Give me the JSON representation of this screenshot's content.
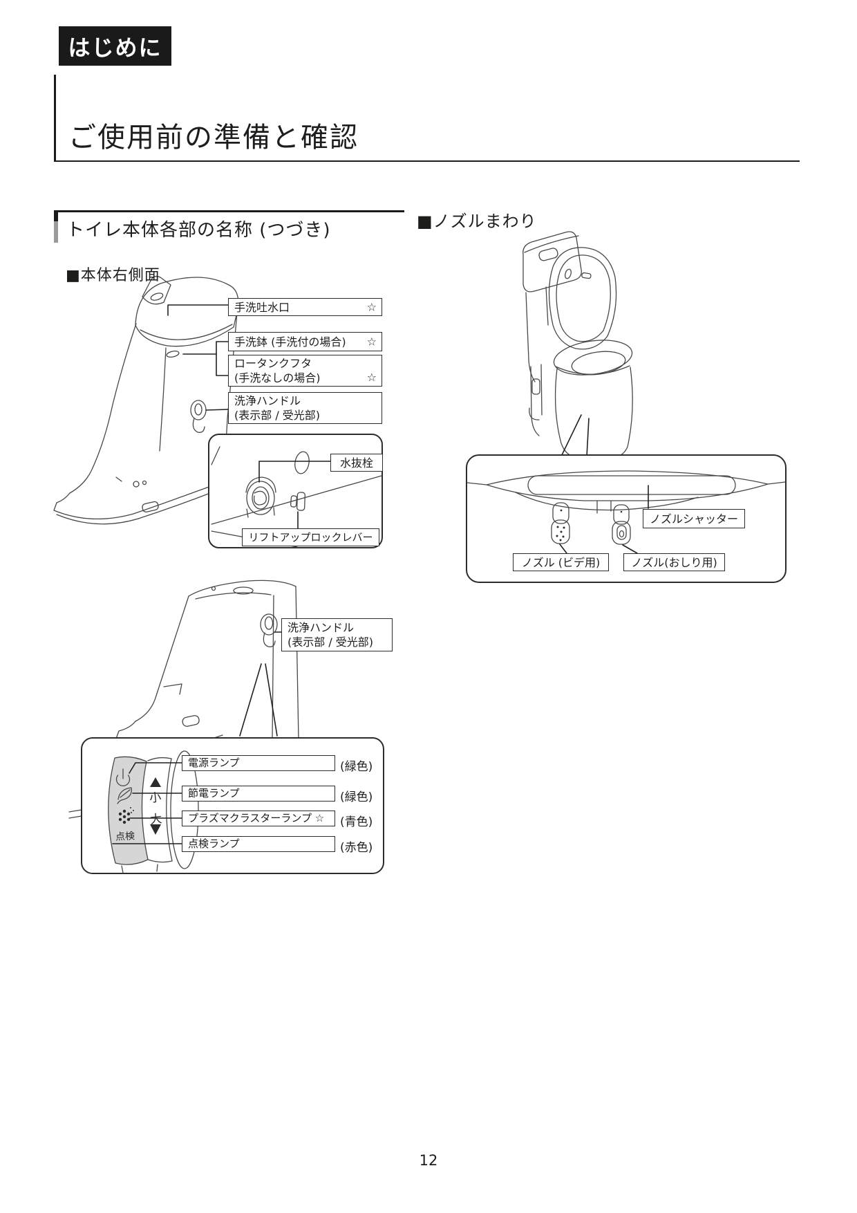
{
  "page": {
    "badge": "はじめに",
    "title": "ご使用前の準備と確認",
    "page_number": "12"
  },
  "sections": {
    "left_title": "トイレ本体各部の名称 (つづき)",
    "left_sub": "■本体右側面",
    "right_title": "■ノズルまわり"
  },
  "figure_side": {
    "callouts": [
      {
        "line1": "手洗吐水口",
        "star": "☆"
      },
      {
        "line1": "手洗鉢 (手洗付の場合)",
        "star": "☆"
      },
      {
        "line1": "ロータンクフタ",
        "line2": "(手洗なしの場合)",
        "star": "☆"
      },
      {
        "line1": "洗浄ハンドル",
        "line2": "(表示部 / 受光部)"
      }
    ],
    "detail": {
      "drain_label": "水抜栓",
      "lever_label": "リフトアップロックレバー"
    }
  },
  "figure_handle": {
    "callout": {
      "line1": "洗浄ハンドル",
      "line2": "(表示部 / 受光部)"
    }
  },
  "figure_lamps": {
    "panel_text": "点検",
    "small_label": "小",
    "large_label": "大",
    "rows": [
      {
        "label": "電源ランプ",
        "note": "(緑色)"
      },
      {
        "label": "節電ランプ",
        "note": "(緑色)"
      },
      {
        "label": "プラズマクラスターランプ ☆",
        "note": "(青色)"
      },
      {
        "label": "点検ランプ",
        "note": "(赤色)"
      }
    ]
  },
  "figure_nozzle": {
    "shutter_label": "ノズルシャッター",
    "bidet_label": "ノズル (ビデ用)",
    "rear_label": "ノズル(おしり用)"
  },
  "colors": {
    "ink": "#1d1d1b",
    "panel_gray": "#d6d6d6",
    "header_bar_gray": "#9b9b9b",
    "lamp_green": "緑色",
    "lamp_blue": "青色",
    "lamp_red": "赤色"
  }
}
